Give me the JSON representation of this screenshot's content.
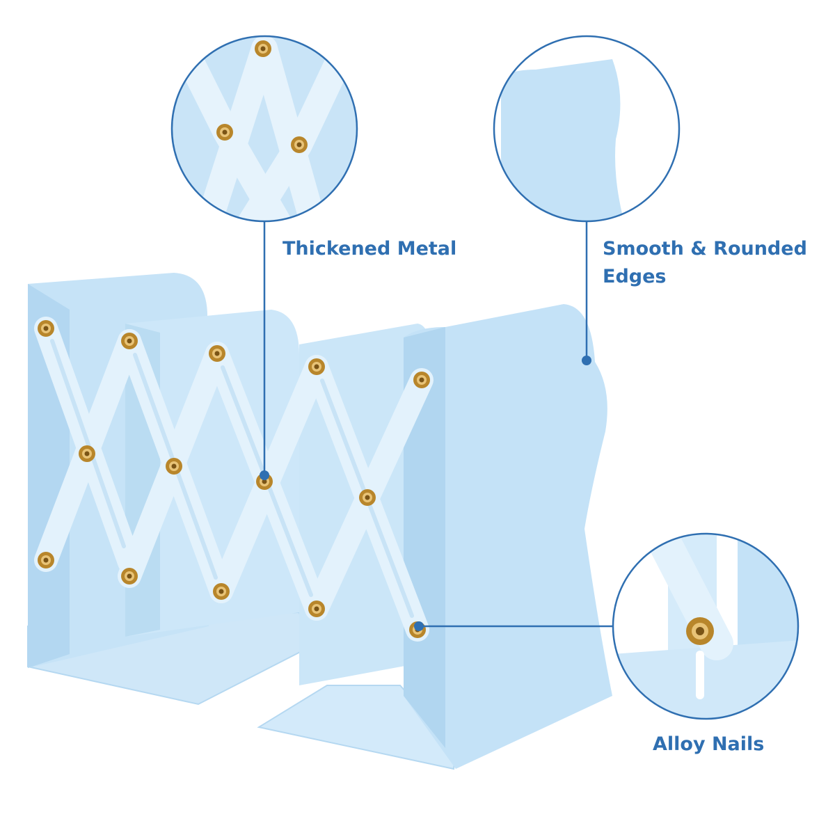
{
  "colors": {
    "accent": "#2f6fb1",
    "metal_light": "#d6ecfb",
    "metal_mid": "#bfe0f6",
    "metal_dark": "#a9d2f0",
    "brass": "#b8862b",
    "background": "#ffffff"
  },
  "callouts": {
    "thickened_metal": {
      "label": "Thickened Metal"
    },
    "rounded_edges": {
      "label": "Smooth & Rounded\nEdges",
      "line1": "Smooth & Rounded",
      "line2": "Edges"
    },
    "alloy_nails": {
      "label": "Alloy Nails"
    }
  },
  "product": {
    "subject": "Expandable metal bookends",
    "color_name": "light blue"
  }
}
